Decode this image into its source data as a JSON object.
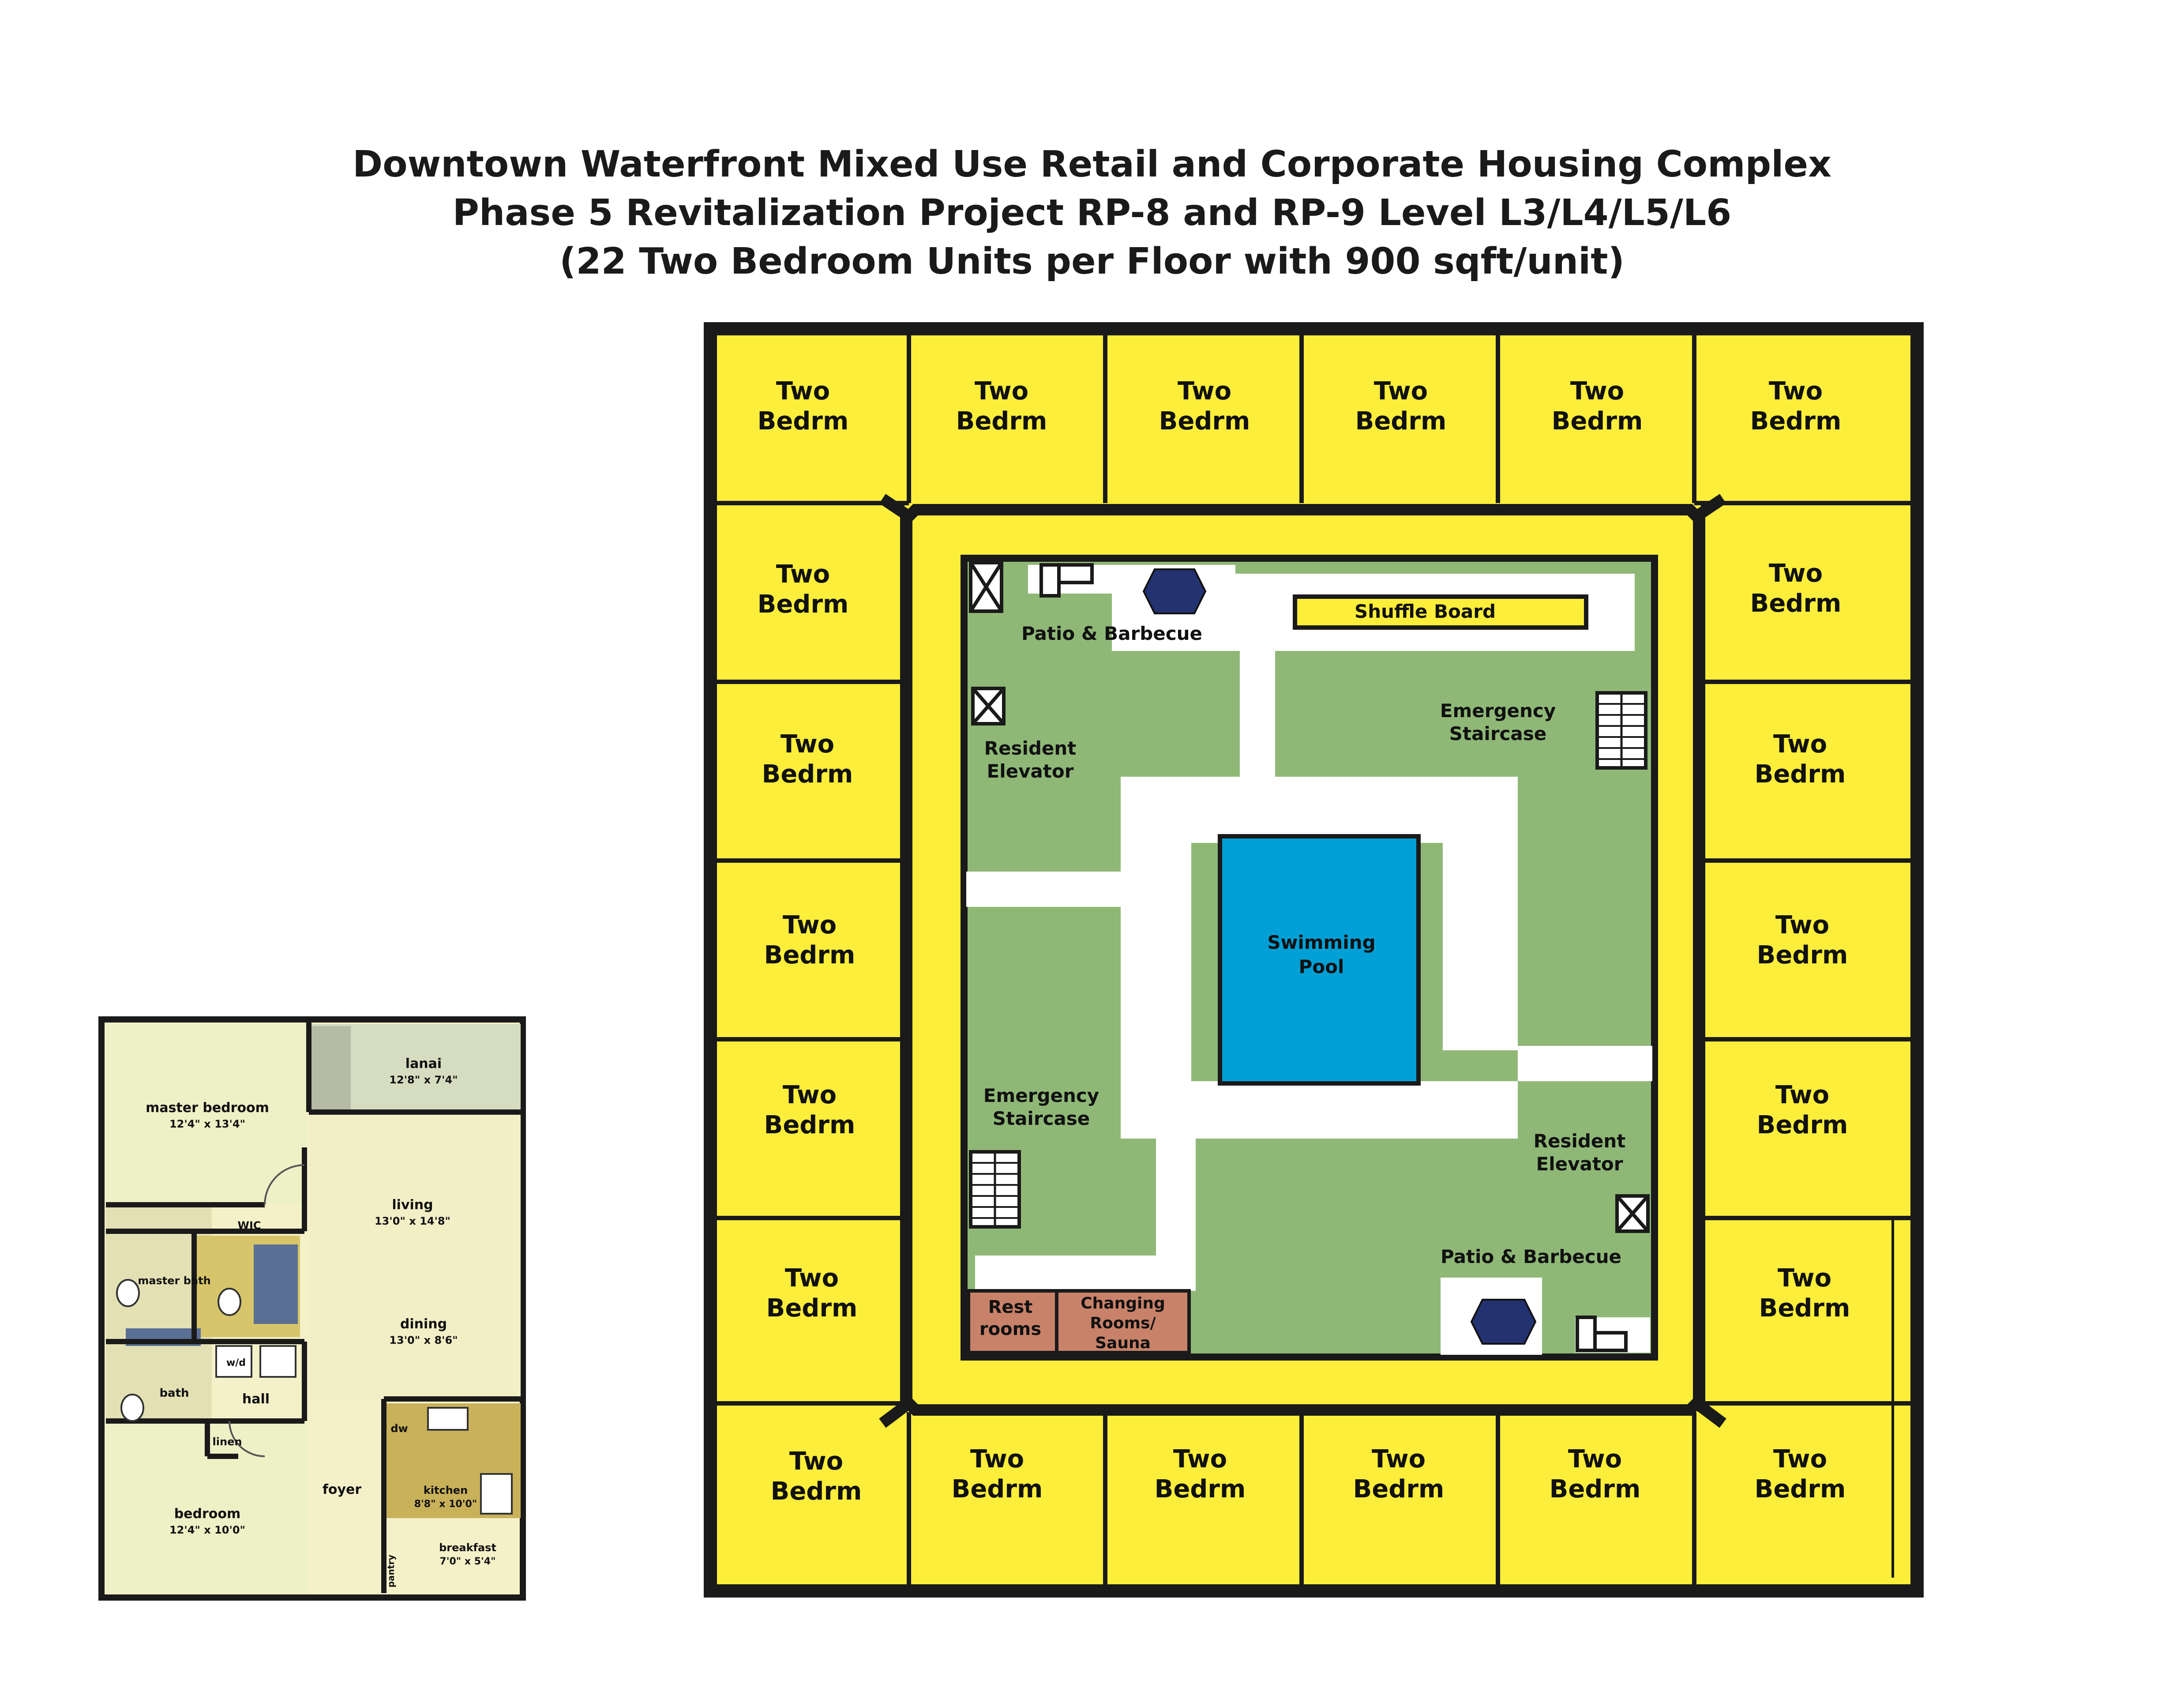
{
  "title": {
    "line1": "Downtown Waterfront Mixed Use Retail and Corporate Housing Complex",
    "line2": "Phase 5 Revitalization Project RP-8 and RP-9 Level L3/L4/L5/L6",
    "line3": "(22 Two Bedroom Units per Floor with 900 sqft/unit)"
  },
  "unit_label": {
    "line1": "Two",
    "line2": "Bedrm"
  },
  "units": {
    "count": 22
  },
  "courtyard": {
    "shuffle_board": "Shuffle Board",
    "swimming_pool": {
      "line1": "Swimming",
      "line2": "Pool"
    },
    "patio_top": "Patio & Barbecue",
    "patio_bottom": "Patio & Barbecue",
    "elevator_left": {
      "line1": "Resident",
      "line2": "Elevator"
    },
    "elevator_right": {
      "line1": "Resident",
      "line2": "Elevator"
    },
    "staircase_right": {
      "line1": "Emergency",
      "line2": "Staircase"
    },
    "staircase_left": {
      "line1": "Emergency",
      "line2": "Staircase"
    },
    "restrooms": {
      "line1": "Rest",
      "line2": "rooms"
    },
    "changing": {
      "line1": "Changing",
      "line2": "Rooms/",
      "line3": "Sauna"
    }
  },
  "unit_plan": {
    "rooms": [
      {
        "name": "lanai",
        "dims": "12'8\" x 7'4\""
      },
      {
        "name": "master bedroom",
        "dims": "12'4\" x 13'4\""
      },
      {
        "name": "living",
        "dims": "13'0\" x 14'8\""
      },
      {
        "name": "dining",
        "dims": "13'0\" x 8'6\""
      },
      {
        "name": "kitchen",
        "dims": "8'8\" x 10'0\""
      },
      {
        "name": "breakfast",
        "dims": "7'0\" x 5'4\""
      },
      {
        "name": "bedroom",
        "dims": "12'4\" x 10'0\""
      }
    ],
    "labels": {
      "wic": "WIC",
      "master_bath": "master bath",
      "wd": "w/d",
      "bath": "bath",
      "hall": "hall",
      "linen": "linen",
      "foyer": "foyer",
      "dw": "dw",
      "pantry": "pantry"
    }
  },
  "colors": {
    "unit_fill": "#fcee3a",
    "outline": "#1a1a1a",
    "lawn": "#8fb877",
    "walkway": "#ffffff",
    "pool": "#00a0d6",
    "amenity_rooms": "#c8826a",
    "bbq": "#233270"
  }
}
